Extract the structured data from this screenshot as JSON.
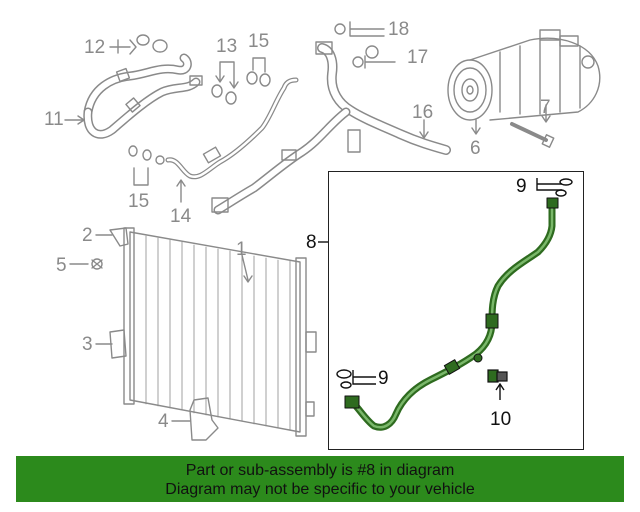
{
  "callouts": [
    {
      "id": "c12",
      "text": "12",
      "tone": "gray"
    },
    {
      "id": "c11",
      "text": "11",
      "tone": "gray"
    },
    {
      "id": "c13",
      "text": "13",
      "tone": "gray"
    },
    {
      "id": "c15a",
      "text": "15",
      "tone": "gray"
    },
    {
      "id": "c18",
      "text": "18",
      "tone": "gray"
    },
    {
      "id": "c17",
      "text": "17",
      "tone": "gray"
    },
    {
      "id": "c16",
      "text": "16",
      "tone": "gray"
    },
    {
      "id": "c7",
      "text": "7",
      "tone": "gray"
    },
    {
      "id": "c6",
      "text": "6",
      "tone": "gray"
    },
    {
      "id": "c15b",
      "text": "15",
      "tone": "gray"
    },
    {
      "id": "c14",
      "text": "14",
      "tone": "gray"
    },
    {
      "id": "c2",
      "text": "2",
      "tone": "gray"
    },
    {
      "id": "c5",
      "text": "5",
      "tone": "gray"
    },
    {
      "id": "c1",
      "text": "1",
      "tone": "gray"
    },
    {
      "id": "c3",
      "text": "3",
      "tone": "gray"
    },
    {
      "id": "c4",
      "text": "4",
      "tone": "gray"
    },
    {
      "id": "c8",
      "text": "8",
      "tone": "dark"
    },
    {
      "id": "c9a",
      "text": "9",
      "tone": "dark"
    },
    {
      "id": "c9b",
      "text": "9",
      "tone": "dark"
    },
    {
      "id": "c10",
      "text": "10",
      "tone": "dark"
    }
  ],
  "banner": {
    "line1": "Part or sub-assembly is #8 in diagram",
    "line2": "Diagram may not be specific to your vehicle",
    "color": "#2c8a1c"
  },
  "colors": {
    "part_line": "#8a8a8a",
    "highlight_hose": "#2e6b1f",
    "ink": "#111111"
  }
}
